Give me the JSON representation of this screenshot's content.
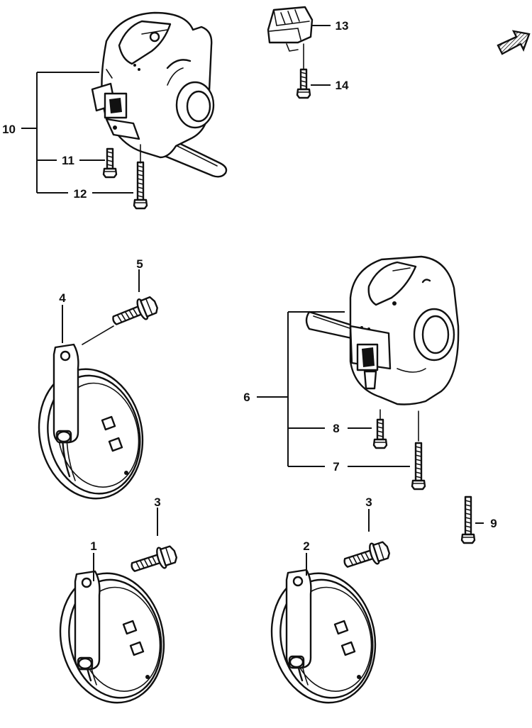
{
  "diagram": {
    "callouts": {
      "p1": "1",
      "p2": "2",
      "p3a": "3",
      "p3b": "3",
      "p4": "4",
      "p5": "5",
      "p6": "6",
      "p7": "7",
      "p8": "8",
      "p9": "9",
      "p10": "10",
      "p11": "11",
      "p12": "12",
      "p13": "13",
      "p14": "14"
    },
    "icons": {
      "direction_arrow": "front-direction-arrow-icon"
    }
  }
}
